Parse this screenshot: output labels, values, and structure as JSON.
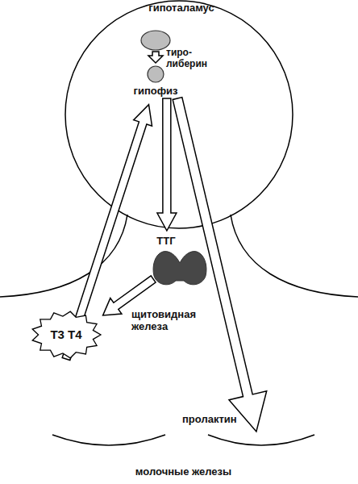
{
  "diagram": {
    "nodes": [
      {
        "text": [
          "гипоталамус"
        ]
      },
      {
        "text": [
          "гипофиз"
        ]
      },
      {
        "text": [
          "щитовидная железа"
        ]
      },
      {
        "text": [
          "T3 T4"
        ]
      },
      {
        "text": [
          "молочные железы"
        ]
      }
    ],
    "edges": [
      {
        "from": 0,
        "to": 1,
        "label": "тиро- либерин",
        "arrow": "to"
      },
      {
        "from": 1,
        "to": 2,
        "label": "ТТГ",
        "arrow": "to"
      },
      {
        "from": 2,
        "to": 3,
        "arrow": "to"
      },
      {
        "from": 3,
        "to": 1,
        "arrow": "to"
      },
      {
        "from": 1,
        "to": 4,
        "label": "пролактин",
        "arrow": "to"
      }
    ]
  }
}
